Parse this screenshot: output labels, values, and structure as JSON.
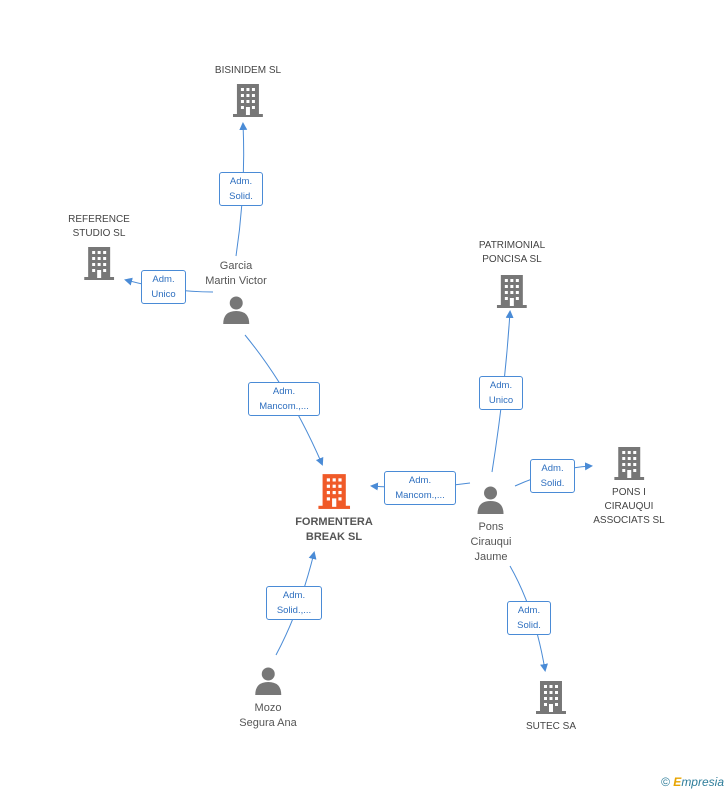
{
  "nodes": {
    "bisinidem": {
      "label": "BISINIDEM SL"
    },
    "reference": {
      "label": "REFERENCE\nSTUDIO SL"
    },
    "patrimonial": {
      "label": "PATRIMONIAL\nPONCISA SL"
    },
    "formentera": {
      "label": "FORMENTERA\nBREAK SL"
    },
    "pons_cirauqui_associats": {
      "label": "PONS I\nCIRAUQUI\nASSOCIATS  SL"
    },
    "sutec": {
      "label": "SUTEC SA"
    },
    "garcia": {
      "label": "Garcia\nMartin Victor"
    },
    "pons": {
      "label": "Pons\nCirauqui\nJaume"
    },
    "mozo": {
      "label": "Mozo\nSegura Ana"
    }
  },
  "edges": {
    "garcia_bisinidem": "Adm.\nSolid.",
    "garcia_reference": "Adm.\nUnico",
    "garcia_formentera": "Adm.\nMancom.,...",
    "pons_patrimonial": "Adm.\nUnico",
    "pons_formentera": "Adm.\nMancom.,...",
    "pons_associats": "Adm.\nSolid.",
    "pons_sutec": "Adm.\nSolid.",
    "mozo_formentera": "Adm.\nSolid.,..."
  },
  "colors": {
    "edge": "#4a8bd6",
    "company_icon": "#777777",
    "main_icon": "#f05a28",
    "person_icon": "#777777"
  },
  "watermark": {
    "symbol": "©",
    "brand_initial": "E",
    "brand_rest": "mpresia"
  }
}
